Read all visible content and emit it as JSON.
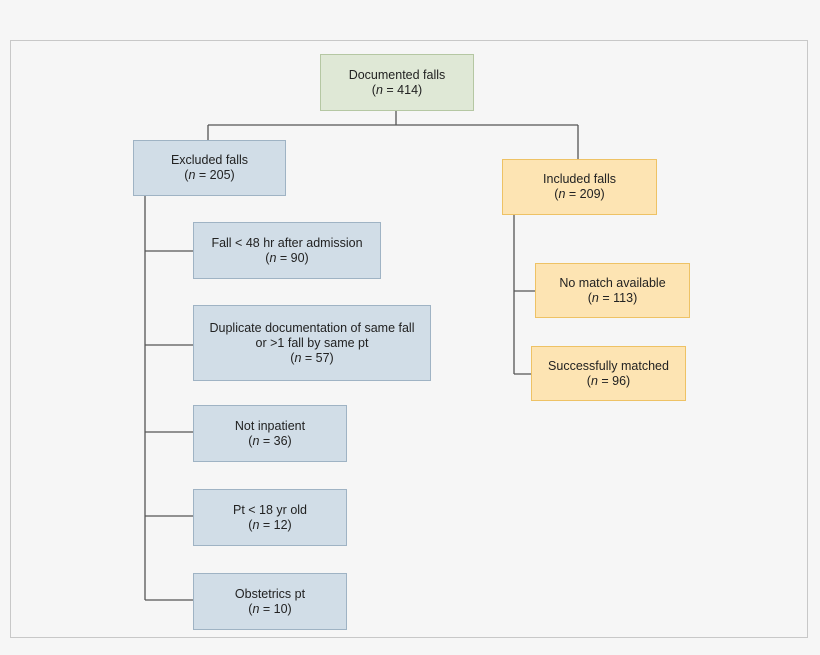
{
  "root": {
    "label": "Documented falls",
    "n": "414"
  },
  "excluded": {
    "label": "Excluded falls",
    "n": "205",
    "reasons": [
      {
        "lines": [
          "Fall < 48 hr after admission"
        ],
        "n": "90"
      },
      {
        "lines": [
          "Duplicate documentation of same fall",
          "or >1 fall by same pt"
        ],
        "n": "57"
      },
      {
        "lines": [
          "Not inpatient"
        ],
        "n": "36"
      },
      {
        "lines": [
          "Pt < 18 yr old"
        ],
        "n": "12"
      },
      {
        "lines": [
          "Obstetrics pt"
        ],
        "n": "10"
      }
    ]
  },
  "included": {
    "label": "Included falls",
    "n": "209",
    "children": [
      {
        "label": "No match available",
        "n": "113"
      },
      {
        "label": "Successfully matched",
        "n": "96"
      }
    ]
  },
  "colors": {
    "root_fill": "#dfe8d6",
    "excluded_fill": "#d1dde7",
    "included_fill": "#fde4b3",
    "connector": "#555555"
  }
}
